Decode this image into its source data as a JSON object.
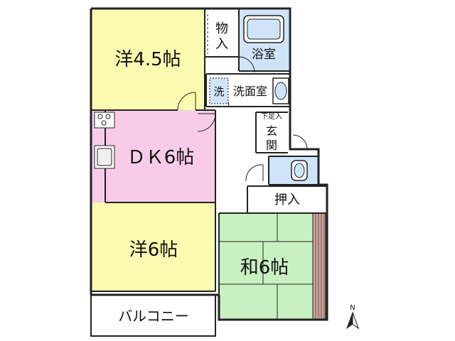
{
  "rooms": {
    "western_north": "洋4.5帖",
    "dk": "ＤＫ6帖",
    "western_south": "洋6帖",
    "japanese": "和6帖"
  },
  "storage": {
    "closet_small": "物入",
    "closet_push": "押入",
    "shoe_box": "下足入"
  },
  "wet_area": {
    "bath": "浴室",
    "washroom": "洗面室",
    "washer": "洗"
  },
  "entrance": "玄関",
  "balcony": "バルコニー",
  "compass": {
    "north": "N"
  },
  "colors": {
    "western": "#fafab0",
    "dk": "#f8cce8",
    "japanese": "#c8f0c0",
    "wet": "#cfe4f8",
    "tatami_edge": "#c8a8a0",
    "wall": "#222222"
  }
}
